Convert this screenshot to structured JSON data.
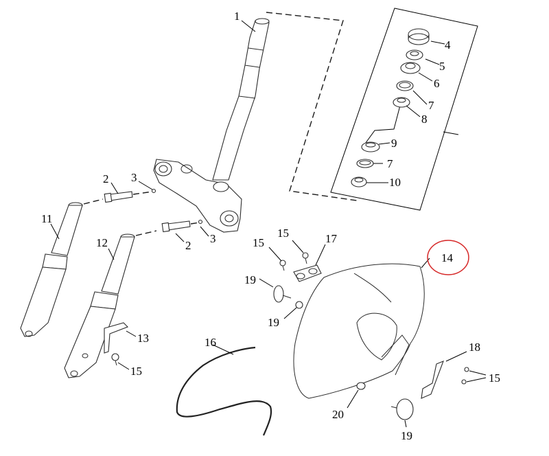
{
  "diagram": {
    "callouts": {
      "c1": "1",
      "c2a": "2",
      "c2b": "2",
      "c3a": "3",
      "c3b": "3",
      "c4": "4",
      "c5": "5",
      "c6": "6",
      "c7a": "7",
      "c7b": "7",
      "c8": "8",
      "c9": "9",
      "c10": "10",
      "c11": "11",
      "c12": "12",
      "c13": "13",
      "c14": "14",
      "c15a": "15",
      "c15b": "15",
      "c15c": "15",
      "c15d": "15",
      "c16": "16",
      "c17": "17",
      "c18": "18",
      "c19a": "19",
      "c19b": "19",
      "c19c": "19",
      "c20": "20"
    },
    "highlight_color": "#d62828",
    "line_color": "#2b2b2b"
  }
}
